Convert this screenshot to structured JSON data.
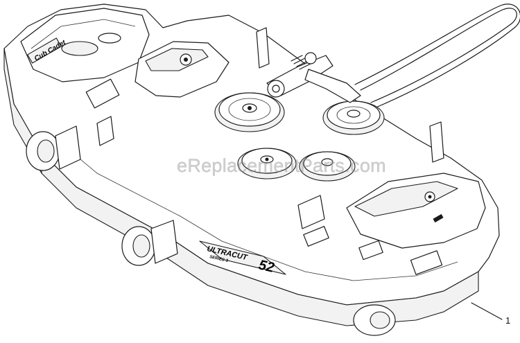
{
  "watermark": "eReplacementParts.com",
  "callout_number": "1",
  "deck_model_label": "ULTRACUT",
  "deck_series_label": "SERIES 3",
  "deck_size_label": "52",
  "brand_logo": "Cub Cadet",
  "colors": {
    "line": "#1a1a1a",
    "watermark": "#969696",
    "background": "#ffffff"
  }
}
